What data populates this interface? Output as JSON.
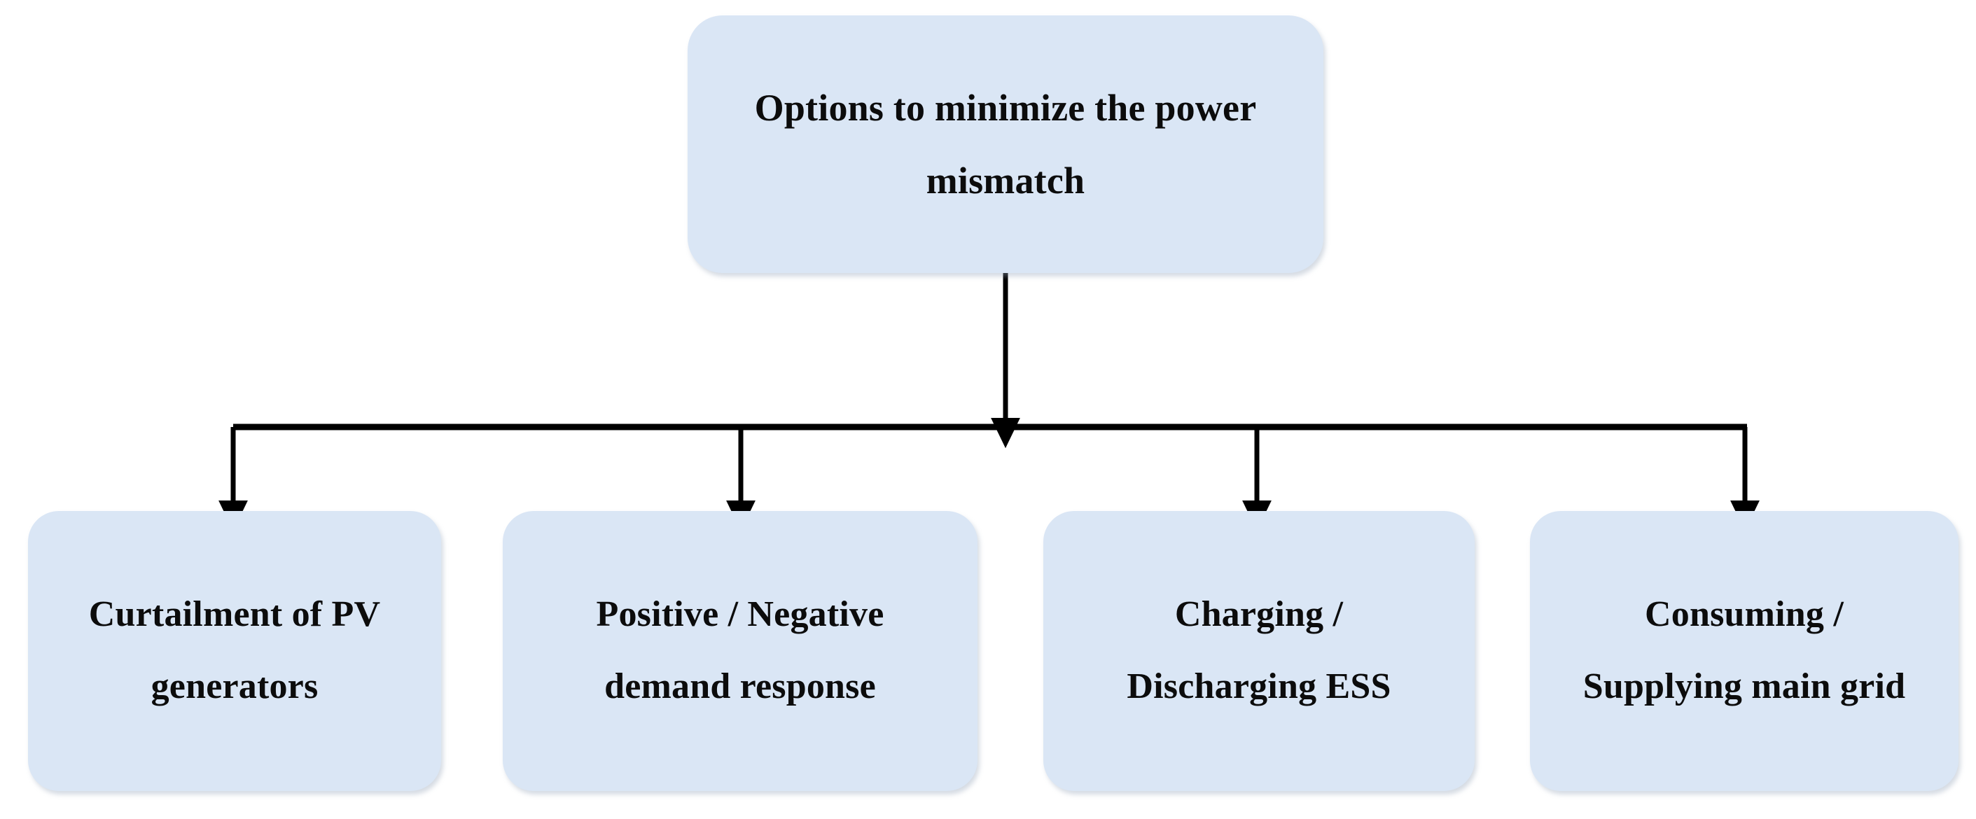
{
  "diagram": {
    "type": "tree-flowchart",
    "orientation": "top-down",
    "background_color": "#ffffff",
    "node_fill_color": "#dae6f5",
    "connector_color": "#000000",
    "text_color": "#0c0c0c",
    "root": {
      "id": "root",
      "label": "Options to minimize the power mismatch",
      "lines": [
        "Options to minimize the power",
        "mismatch"
      ]
    },
    "children": [
      {
        "id": "child-0",
        "label": "Curtailment of PV generators",
        "lines": [
          "Curtailment of PV",
          "generators"
        ]
      },
      {
        "id": "child-1",
        "label": "Positive / Negative demand response",
        "lines": [
          "Positive / Negative",
          "demand response"
        ]
      },
      {
        "id": "child-2",
        "label": "Charging / Discharging ESS",
        "lines": [
          "Charging /",
          "Discharging ESS"
        ]
      },
      {
        "id": "child-3",
        "label": "Consuming / Supplying main grid",
        "lines": [
          "Consuming /",
          "Supplying main grid"
        ]
      }
    ],
    "edges": [
      {
        "from": "root",
        "to": "bus",
        "arrow": "down"
      },
      {
        "from": "bus",
        "to": "child-0",
        "arrow": "down"
      },
      {
        "from": "bus",
        "to": "child-1",
        "arrow": "down"
      },
      {
        "from": "bus",
        "to": "child-2",
        "arrow": "down"
      },
      {
        "from": "bus",
        "to": "child-3",
        "arrow": "down"
      }
    ]
  }
}
